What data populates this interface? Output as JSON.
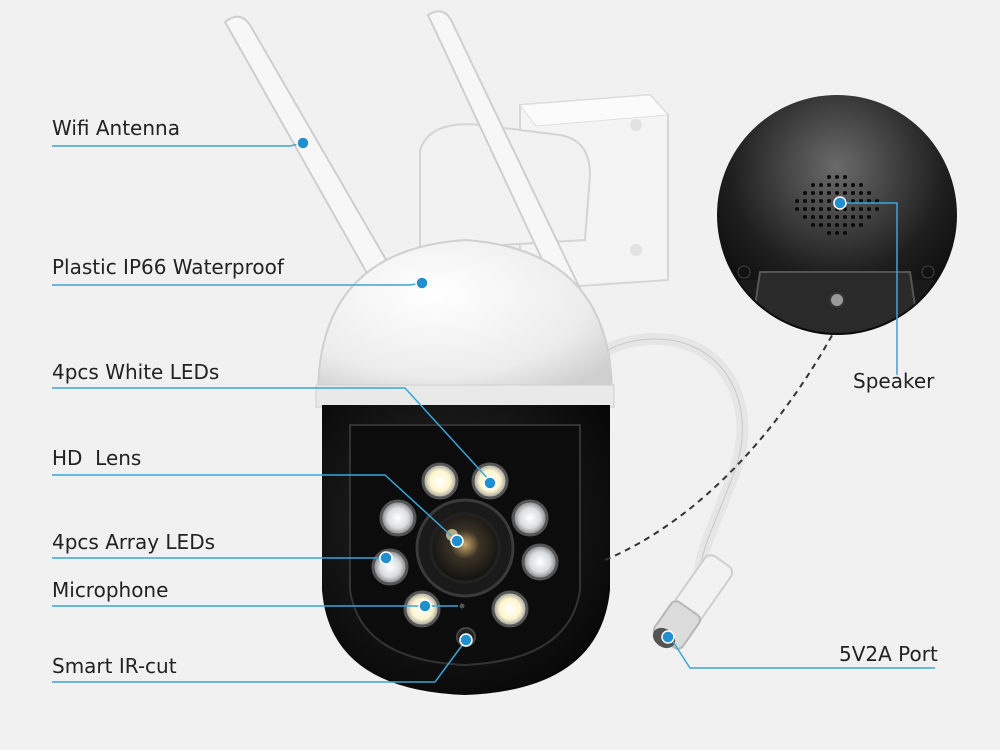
{
  "labels": {
    "wifi_antenna": "Wifi Antenna",
    "plastic": "Plastic IP66 Waterproof",
    "white_leds": "4pcs White LEDs",
    "hd_lens": "HD  Lens",
    "array_leds": "4pcs Array LEDs",
    "microphone": "Microphone",
    "ir_cut": "Smart IR-cut",
    "speaker": "Speaker",
    "port": "5V2A Port"
  },
  "colors": {
    "background": "#f1f1f1",
    "callout_line": "#3aa6d8",
    "callout_dot": "#1f8fd0",
    "camera_white": "#f7f7f7",
    "camera_black": "#111111",
    "led_warm": "#fffbe6",
    "led_ir": "#dfe6ea"
  }
}
